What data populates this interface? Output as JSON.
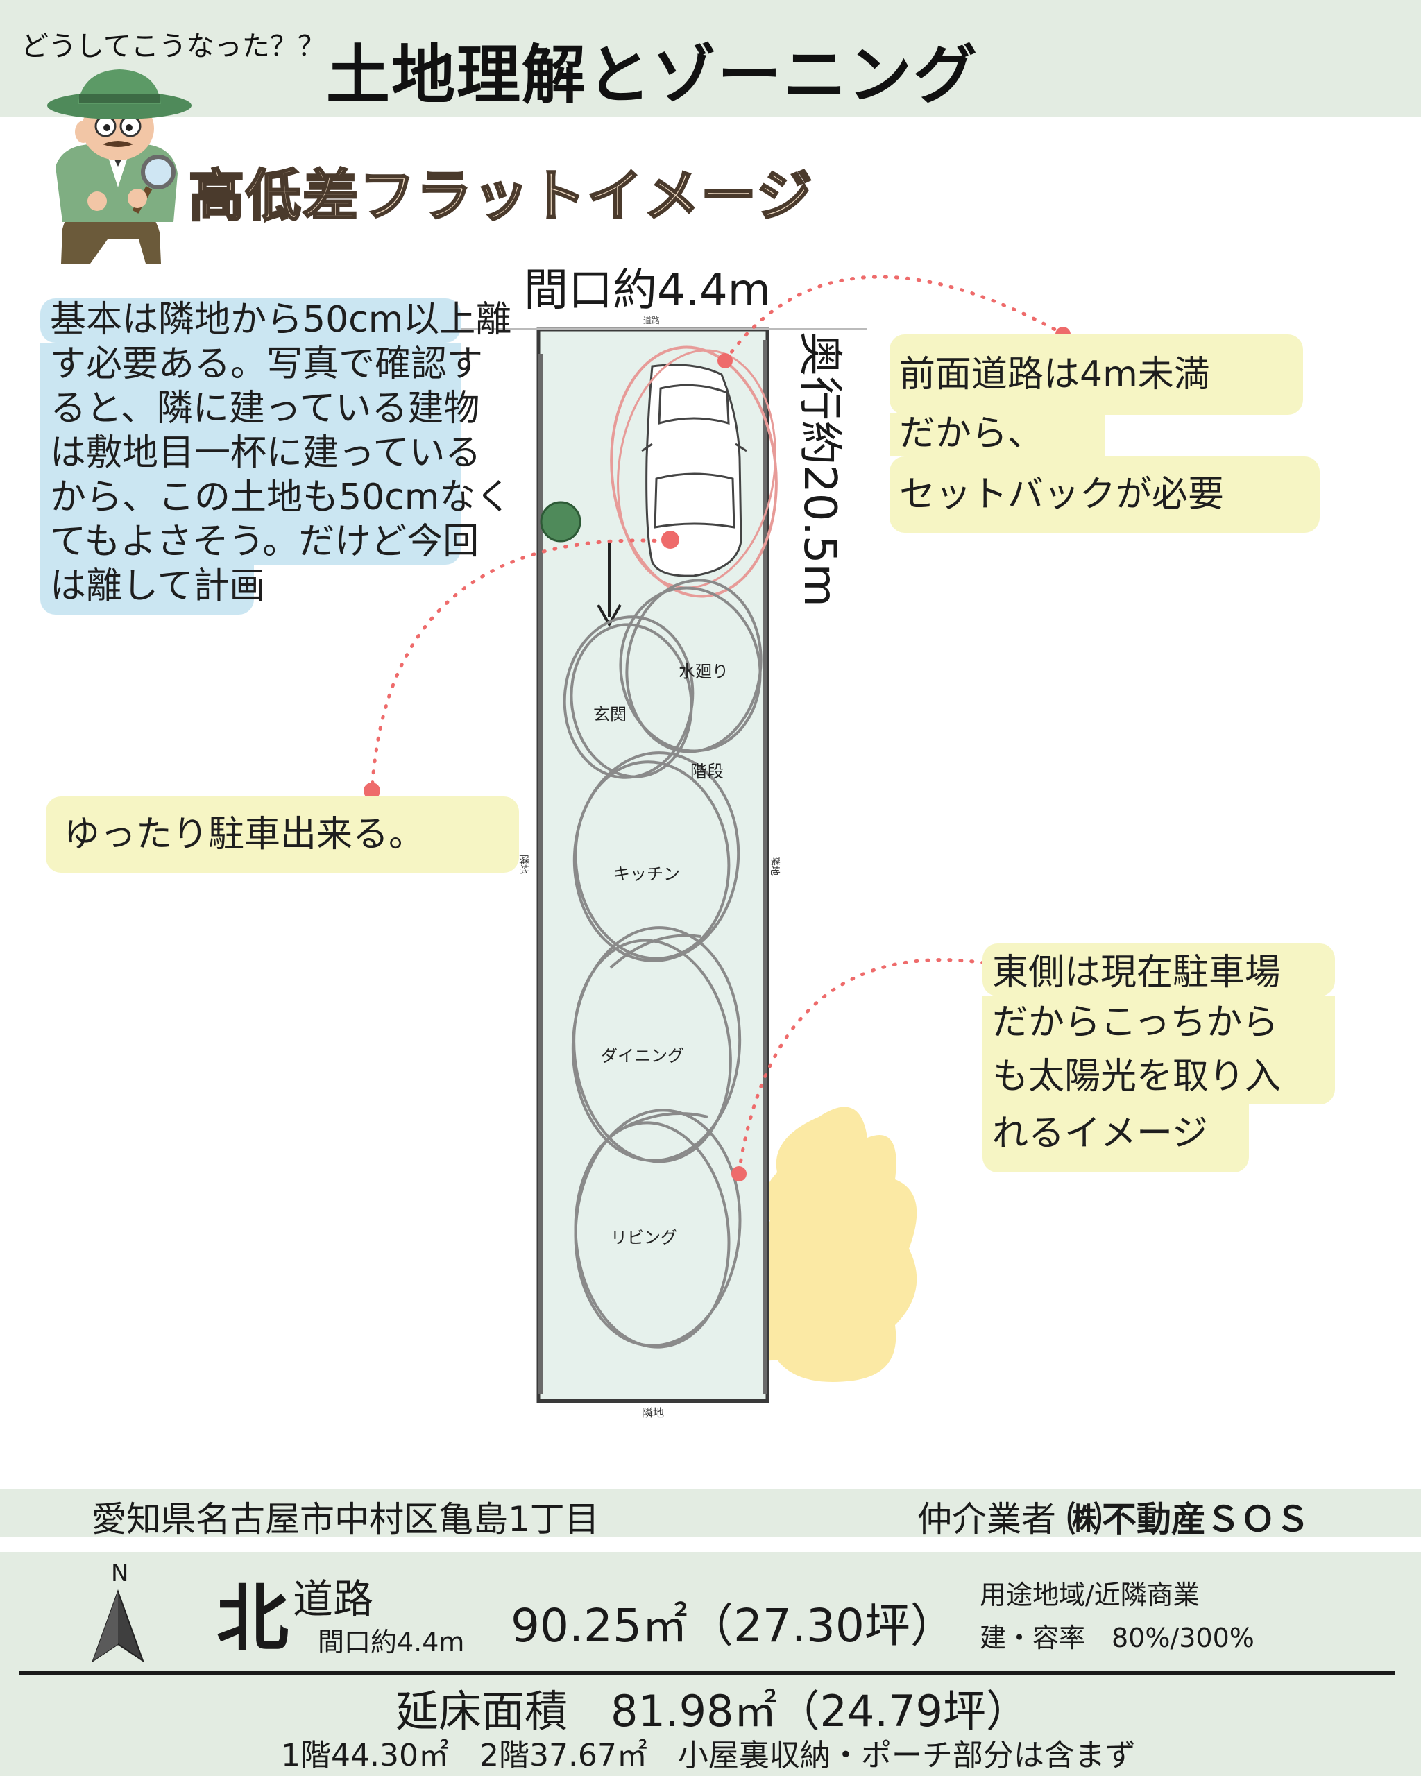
{
  "header": {
    "subtitle": "どうしてこうなった？？",
    "title": "土地理解とゾーニング"
  },
  "section_title": "高低差フラットイメージ",
  "lot": {
    "frontage_label": "間口約4.4m",
    "depth_label": "奥行約20.5m",
    "north_edge_label": "道路",
    "south_edge_label": "隣地",
    "west_edge_label": "隣地",
    "east_edge_label": "隣地",
    "zones": [
      "水廻り",
      "玄関",
      "階段",
      "キッチン",
      "ダイニング",
      "リビング"
    ]
  },
  "callouts": {
    "setback_lines": [
      "基本は隣地から50cm以上離",
      "す必要ある。写真で確認す",
      "ると、隣に建っている建物",
      "は敷地目一杯に建っている",
      "から、この土地も50cmなく",
      "てもよさそう。だけど今回",
      "は離して計画"
    ],
    "front_road_lines": [
      "前面道路は4m未満",
      "だから、",
      "セットバックが必要"
    ],
    "parking": "ゆったり駐車出来る。",
    "east_lines": [
      "東側は現在駐車場",
      "だからこっちから",
      "も太陽光を取り入",
      "れるイメージ"
    ]
  },
  "footer": {
    "address": "愛知県名古屋市中村区亀島1丁目",
    "broker_prefix": "仲介業者",
    "broker_name": "㈱不動産ＳＯＳ",
    "north_letter": "N",
    "road_direction": "北",
    "road_label": "道路",
    "road_frontage": "間口約4.4m",
    "site_area": "90.25㎡（27.30坪）",
    "zoning": "用途地域/近隣商業",
    "coverage": "建・容率　80%/300%",
    "floor_area": "延床面積　81.98㎡（24.79坪）",
    "floor_detail": "1階44.30㎡　2階37.67㎡　小屋裏収納・ポーチ部分は含まず"
  },
  "colors": {
    "header_band": "#e3ece2",
    "callout_blue": "#cbe6f2",
    "callout_yellow": "#f6f5c4",
    "dot_red": "#ee6b6b",
    "lot_fill": "#e6f1ec",
    "sun_yellow": "#fbe79a"
  }
}
